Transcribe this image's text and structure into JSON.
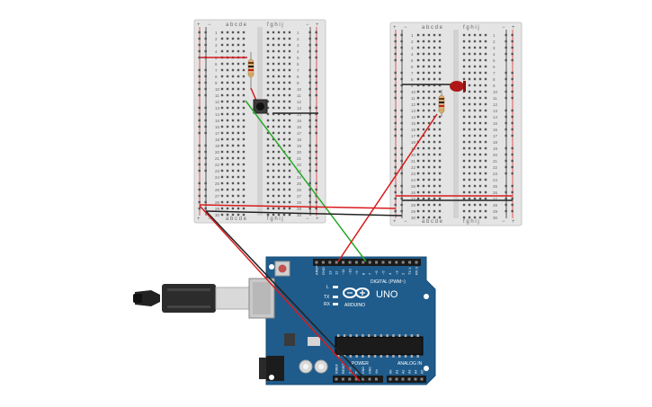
{
  "breadboard_left": {
    "columns_left": "a b c d e",
    "columns_right": "f g h i j",
    "rows": [
      "1",
      "2",
      "3",
      "4",
      "5",
      "6",
      "7",
      "8",
      "9",
      "10",
      "11",
      "12",
      "13",
      "14",
      "15",
      "16",
      "17",
      "18",
      "19",
      "20",
      "21",
      "22",
      "23",
      "24",
      "25",
      "26",
      "27",
      "28",
      "29",
      "30"
    ]
  },
  "breadboard_right": {
    "columns_left": "a b c d e",
    "columns_right": "f g h i j",
    "rows": [
      "1",
      "2",
      "3",
      "4",
      "5",
      "6",
      "7",
      "8",
      "9",
      "10",
      "11",
      "12",
      "13",
      "14",
      "15",
      "16",
      "17",
      "18",
      "19",
      "20",
      "21",
      "22",
      "23",
      "24",
      "25",
      "26",
      "27",
      "28",
      "29",
      "30"
    ]
  },
  "rail_plus": "+",
  "rail_minus": "−",
  "arduino": {
    "brand": "ARDUINO",
    "model": "UNO",
    "digital_label": "DIGITAL (PWM~)",
    "power_label": "POWER",
    "analog_label": "ANALOG IN",
    "tx": "TX",
    "rx": "RX",
    "l": "L",
    "pin_labels": [
      "AREF",
      "GND",
      "13",
      "12",
      "~11",
      "~10",
      "~9",
      "8",
      "7",
      "~6",
      "~5",
      "4",
      "~3",
      "2",
      "TX 1",
      "RX 0"
    ],
    "power_pins": [
      "IOREF",
      "RESET",
      "3.3V",
      "5V",
      "GND",
      "GND",
      "Vin"
    ],
    "analog_pins": [
      "A0",
      "A1",
      "A2",
      "A3",
      "A4",
      "A5"
    ]
  },
  "colors": {
    "board_blue": "#1f5c8c",
    "wire_red": "#d91b1b",
    "wire_black": "#222222",
    "wire_green": "#28a828",
    "breadboard": "#e6e6e6",
    "led_red": "#b01818"
  }
}
